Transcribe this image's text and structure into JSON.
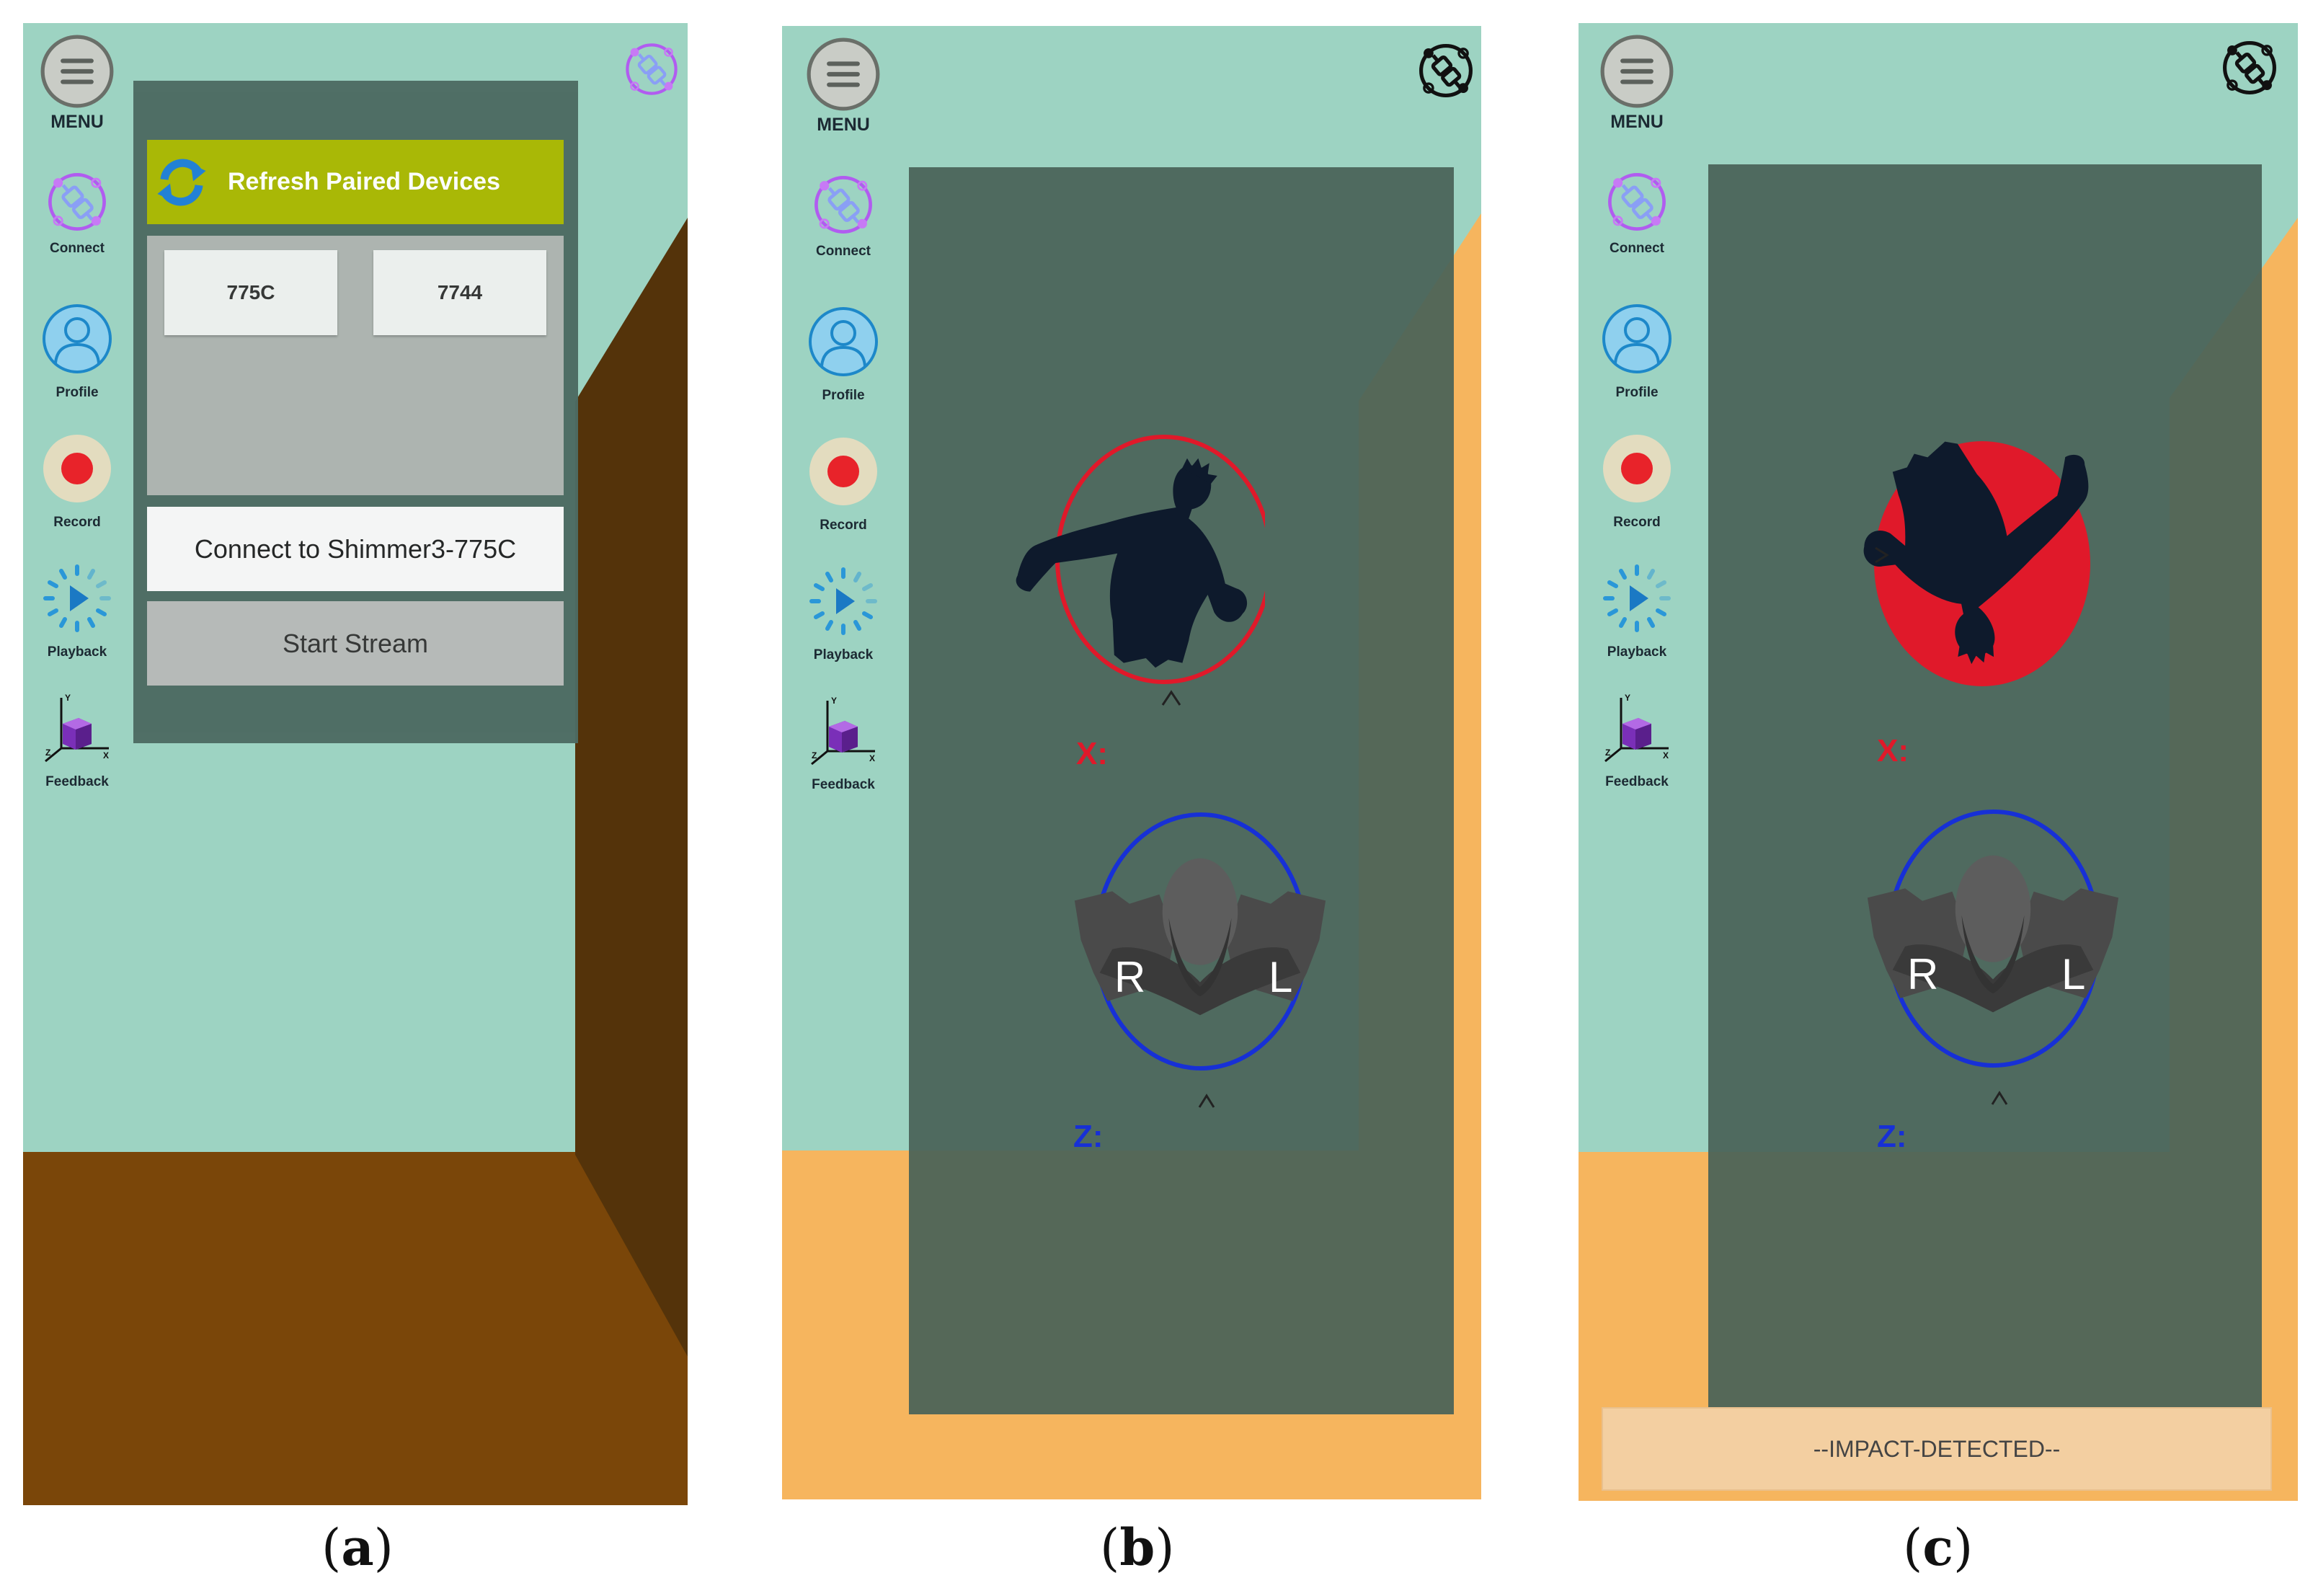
{
  "colors": {
    "sky": "#9dd3c2",
    "floor_brown": "#7a4609",
    "wall_brown": "#54330a",
    "floor_orange": "#f6b55e",
    "panel_dark": "#4d6b63",
    "refresh_green": "#aab800",
    "record_red": "#e8232a",
    "x_axis_red": "#e0192a",
    "z_axis_blue": "#1730d6"
  },
  "sidebar": {
    "menu_label": "MENU",
    "items": [
      {
        "label": "Connect",
        "icon": "connect-plug-icon"
      },
      {
        "label": "Profile",
        "icon": "profile-person-icon"
      },
      {
        "label": "Record",
        "icon": "record-dot-icon"
      },
      {
        "label": "Playback",
        "icon": "playback-icon"
      },
      {
        "label": "Feedback",
        "icon": "feedback-cube-icon"
      }
    ]
  },
  "device_panel": {
    "refresh_label": "Refresh Paired Devices",
    "devices": [
      "775C",
      "7744"
    ],
    "connect_label": "Connect to Shimmer3-775C",
    "stream_label": "Start Stream"
  },
  "feedback": {
    "x_label": "X:",
    "z_label": "Z:",
    "right_label": "R",
    "left_label": "L",
    "chevron": "^",
    "impact_text": "--IMPACT-DETECTED--"
  },
  "captions": [
    {
      "letter": "a"
    },
    {
      "letter": "b"
    },
    {
      "letter": "c"
    }
  ]
}
